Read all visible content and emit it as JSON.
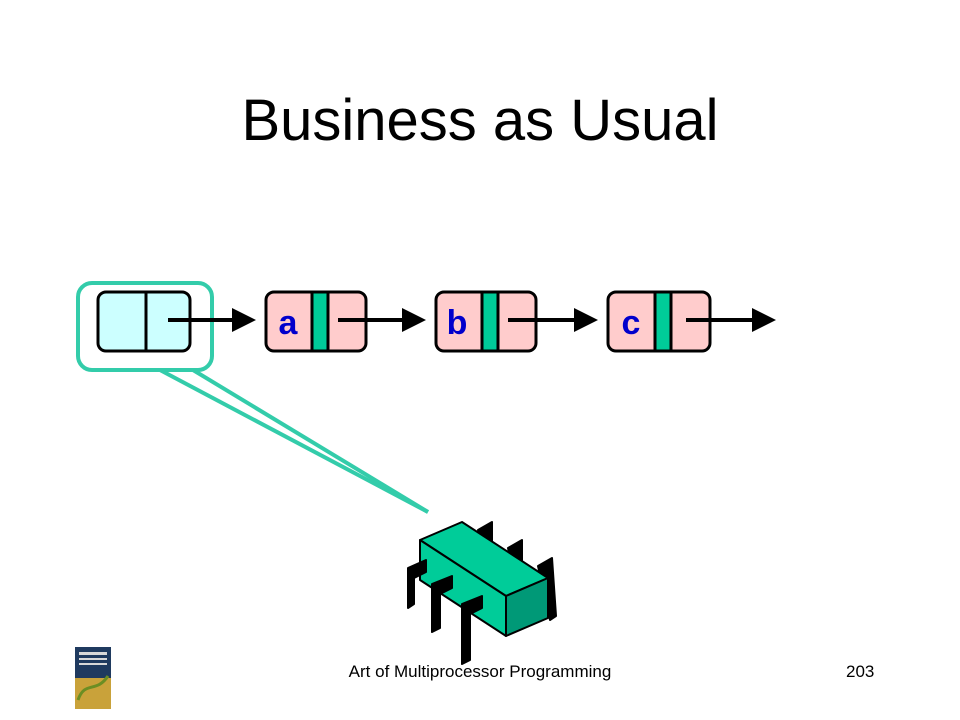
{
  "slide": {
    "title": "Business as Usual",
    "footer": "Art of Multiprocessor Programming",
    "page_number": "203"
  },
  "list": {
    "nodes": [
      {
        "label": "",
        "role": "head"
      },
      {
        "label": "a",
        "role": "node"
      },
      {
        "label": "b",
        "role": "node"
      },
      {
        "label": "c",
        "role": "node"
      }
    ]
  },
  "colors": {
    "head_fill": "#ccffff",
    "node_fill": "#ffcccc",
    "label_color": "#0000cc",
    "divider_fill": "#00cc99",
    "highlight_stroke": "#33ccaa",
    "chip_fill": "#00cc99",
    "outline": "#000000"
  },
  "icons": {
    "processor": "chip-icon",
    "book": "book-cover-icon"
  }
}
